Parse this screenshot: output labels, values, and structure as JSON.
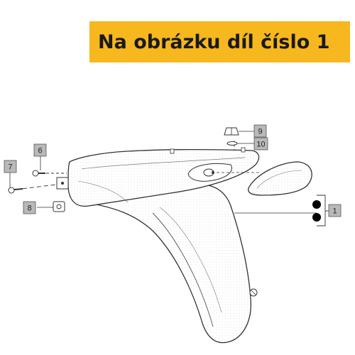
{
  "banner": {
    "text": "Na obrázku díl číslo 1",
    "background": "#f6b81e"
  },
  "callouts": [
    {
      "id": "1",
      "label": "1"
    },
    {
      "id": "6",
      "label": "6"
    },
    {
      "id": "7",
      "label": "7"
    },
    {
      "id": "8",
      "label": "8"
    },
    {
      "id": "9",
      "label": "9"
    },
    {
      "id": "10",
      "label": "10"
    }
  ],
  "part_marker": {
    "color": "#000000"
  },
  "callout_box_color": "#b9b9b9"
}
